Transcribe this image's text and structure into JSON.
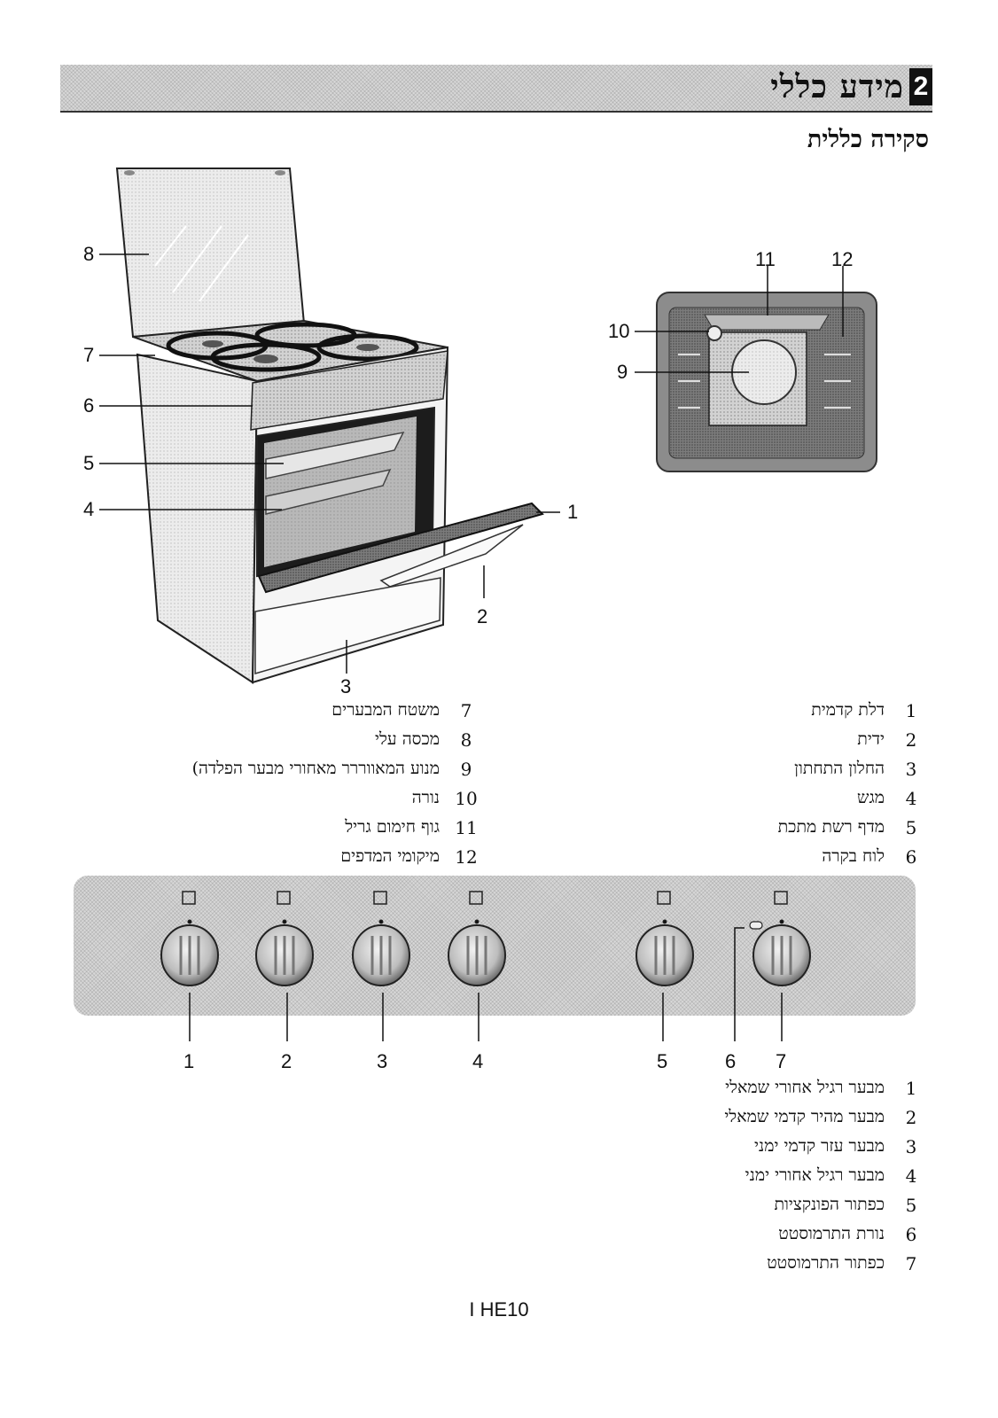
{
  "header": {
    "section_number": "2",
    "section_title": "מידע כללי",
    "subtitle": "סקירה כללית"
  },
  "oven_callouts": [
    "1",
    "2",
    "3",
    "4",
    "5",
    "6",
    "7",
    "8"
  ],
  "oven_interior_callouts": [
    "9",
    "10",
    "11",
    "12"
  ],
  "parts_right": [
    {
      "num": "1",
      "label": "דלת קדמית"
    },
    {
      "num": "2",
      "label": "ידית"
    },
    {
      "num": "3",
      "label": "החלון התחתון"
    },
    {
      "num": "4",
      "label": "מגש"
    },
    {
      "num": "5",
      "label": "מדף רשת מתכת"
    },
    {
      "num": "6",
      "label": "לוח בקרה"
    }
  ],
  "parts_left": [
    {
      "num": "7",
      "label": "משטח המבערים"
    },
    {
      "num": "8",
      "label": "מכסה עלי"
    },
    {
      "num": "9",
      "label": "מנוע המאווררר מאחורי מבער הפלדה)"
    },
    {
      "num": "10",
      "label": "נורה"
    },
    {
      "num": "11",
      "label": "גוף חימום גריל"
    },
    {
      "num": "12",
      "label": "מיקומי המדפים"
    }
  ],
  "knob_callouts": [
    "1",
    "2",
    "3",
    "4",
    "5",
    "6",
    "7"
  ],
  "controls": [
    {
      "num": "1",
      "label": "מבער רגיל אחורי שמאלי"
    },
    {
      "num": "2",
      "label": "מבער מהיר קדמי שמאלי"
    },
    {
      "num": "3",
      "label": "מבער עזר קדמי ימני"
    },
    {
      "num": "4",
      "label": "מבער רגיל אחורי ימני"
    },
    {
      "num": "5",
      "label": "כפתור הפונקציות"
    },
    {
      "num": "6",
      "label": "נורת התרמוסטט"
    },
    {
      "num": "7",
      "label": "כפתור התרמוסטט"
    }
  ],
  "footer": {
    "page": "HE10"
  }
}
